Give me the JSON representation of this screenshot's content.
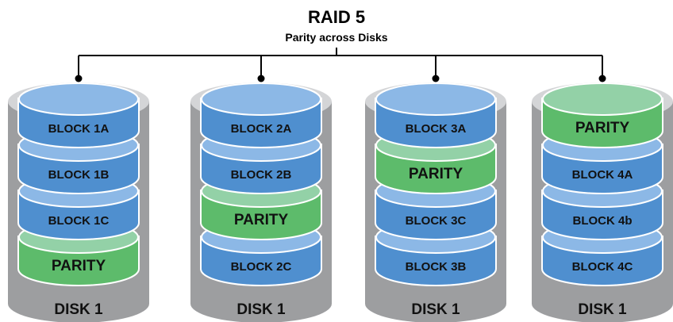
{
  "title": "RAID 5",
  "subtitle": "Parity across Disks",
  "colors": {
    "disk_body": "#9d9ea0",
    "disk_top": "#d4d5d7",
    "block_side": "#4f8fcf",
    "block_top": "#8cb8e6",
    "parity_side": "#5dbb6b",
    "parity_top": "#93d1a7",
    "connector": "#000000"
  },
  "disks": [
    {
      "label": "DISK 1",
      "blocks": [
        {
          "label": "BLOCK 1A",
          "type": "data"
        },
        {
          "label": "BLOCK 1B",
          "type": "data"
        },
        {
          "label": "BLOCK 1C",
          "type": "data"
        },
        {
          "label": "PARITY",
          "type": "parity"
        }
      ]
    },
    {
      "label": "DISK 1",
      "blocks": [
        {
          "label": "BLOCK 2A",
          "type": "data"
        },
        {
          "label": "BLOCK 2B",
          "type": "data"
        },
        {
          "label": "PARITY",
          "type": "parity"
        },
        {
          "label": "BLOCK 2C",
          "type": "data"
        }
      ]
    },
    {
      "label": "DISK 1",
      "blocks": [
        {
          "label": "BLOCK 3A",
          "type": "data"
        },
        {
          "label": "PARITY",
          "type": "parity"
        },
        {
          "label": "BLOCK 3C",
          "type": "data"
        },
        {
          "label": "BLOCK 3B",
          "type": "data"
        }
      ]
    },
    {
      "label": "DISK 1",
      "blocks": [
        {
          "label": "PARITY",
          "type": "parity"
        },
        {
          "label": "BLOCK 4A",
          "type": "data"
        },
        {
          "label": "BLOCK 4b",
          "type": "data"
        },
        {
          "label": "BLOCK 4C",
          "type": "data"
        }
      ]
    }
  ]
}
